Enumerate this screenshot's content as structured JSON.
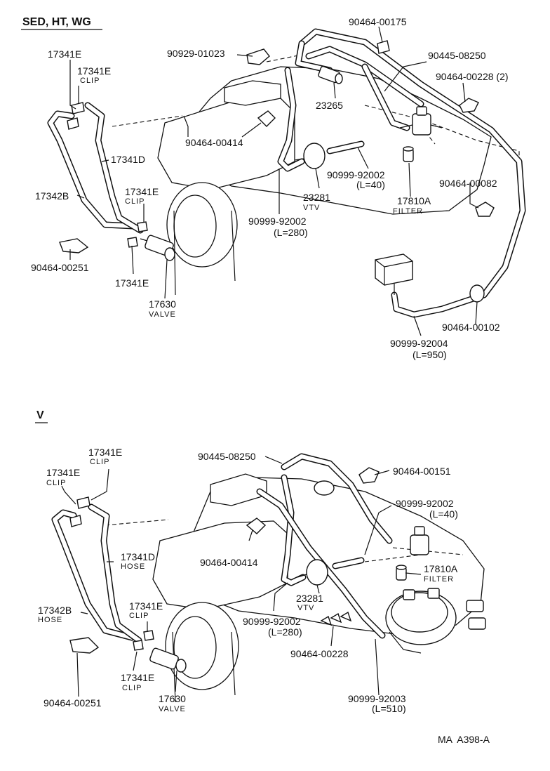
{
  "sections": {
    "top": {
      "title": "SED, HT, WG",
      "labels": [
        {
          "id": "p1",
          "text": "17341E"
        },
        {
          "id": "p2",
          "text": "17341E",
          "sub": "CLIP"
        },
        {
          "id": "p3",
          "text": "90929-01023"
        },
        {
          "id": "p4",
          "text": "90464-00175"
        },
        {
          "id": "p5",
          "text": "90445-08250"
        },
        {
          "id": "p6",
          "text": "90464-00228 (2)"
        },
        {
          "id": "p7",
          "text": "23265"
        },
        {
          "id": "p8",
          "text": "17341D"
        },
        {
          "id": "p9",
          "text": "90464-00414"
        },
        {
          "id": "p10",
          "text": "90999-92002",
          "sub": "(L=40)"
        },
        {
          "id": "p11",
          "text": "90464-00082"
        },
        {
          "id": "p12",
          "text": "17342B"
        },
        {
          "id": "p13",
          "text": "17341E",
          "sub": "CLIP"
        },
        {
          "id": "p14",
          "text": "23281",
          "sub": "VTV"
        },
        {
          "id": "p15",
          "text": "17810A",
          "sub": "FILTER"
        },
        {
          "id": "p16",
          "text": "90999-92002",
          "sub": "(L=280)"
        },
        {
          "id": "p17",
          "text": "90464-00251"
        },
        {
          "id": "p18",
          "text": "17341E"
        },
        {
          "id": "p19",
          "text": "17630",
          "sub": "VALVE"
        },
        {
          "id": "p20",
          "text": "90464-00102"
        },
        {
          "id": "p21",
          "text": "90999-92004",
          "sub": "(L=950)"
        }
      ]
    },
    "bottom": {
      "title": "V",
      "labels": [
        {
          "id": "q1",
          "text": "17341E",
          "sub": "CLIP"
        },
        {
          "id": "q2",
          "text": "17341E",
          "sub": "CLIP"
        },
        {
          "id": "q3",
          "text": "90445-08250"
        },
        {
          "id": "q4",
          "text": "90464-00151"
        },
        {
          "id": "q5",
          "text": "90999-92002",
          "sub": "(L=40)"
        },
        {
          "id": "q6",
          "text": "90464-00414"
        },
        {
          "id": "q7",
          "text": "17341D",
          "sub": "HOSE"
        },
        {
          "id": "q8",
          "text": "17810A",
          "sub": "FILTER"
        },
        {
          "id": "q9",
          "text": "23281",
          "sub": "VTV"
        },
        {
          "id": "q10",
          "text": "17342B",
          "sub": "HOSE"
        },
        {
          "id": "q11",
          "text": "17341E",
          "sub": "CLIP"
        },
        {
          "id": "q12",
          "text": "90999-92002",
          "sub": "(L=280)"
        },
        {
          "id": "q13",
          "text": "90464-00228"
        },
        {
          "id": "q14",
          "text": "17341E",
          "sub": "CLIP"
        },
        {
          "id": "q15",
          "text": "90464-00251"
        },
        {
          "id": "q16",
          "text": "17630",
          "sub": "VALVE"
        },
        {
          "id": "q17",
          "text": "90999-92003",
          "sub": "(L=510)"
        }
      ]
    }
  },
  "footer": {
    "code": "MA  A398-A"
  }
}
